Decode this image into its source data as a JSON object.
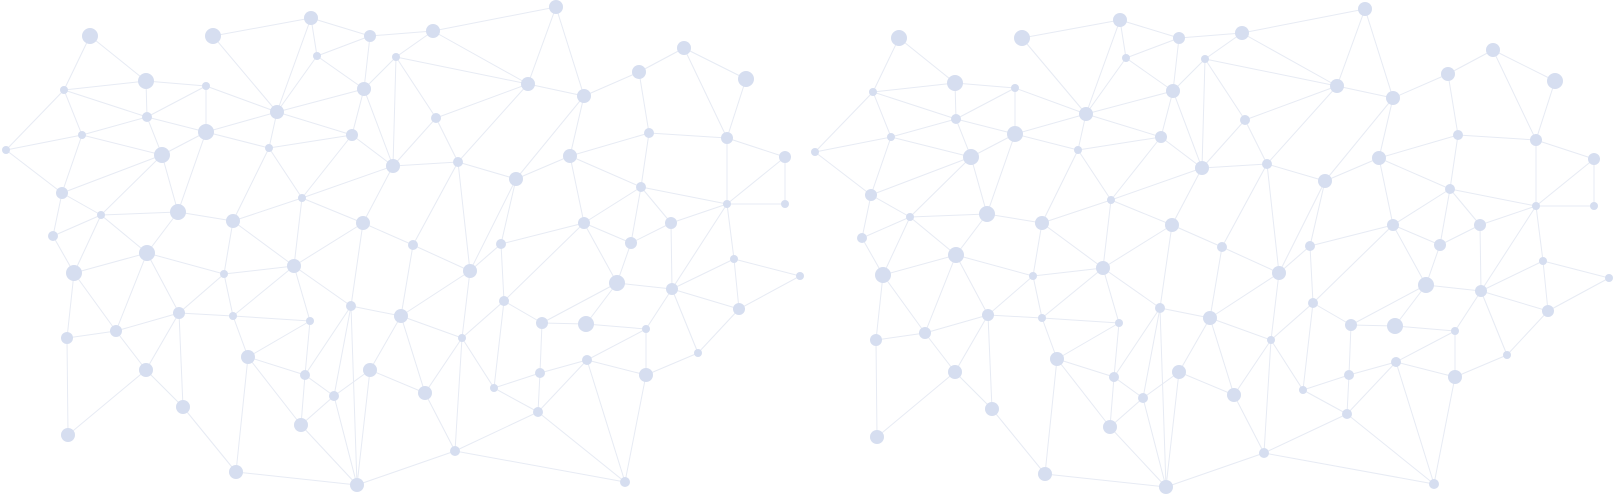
{
  "colors": {
    "background": "#ffffff",
    "node": "#d6def0",
    "edge": "#e7ebf4"
  },
  "network_pattern": {
    "copies": 2,
    "node_style": "light-blue-circle",
    "edge_style": "light-gray-line"
  }
}
